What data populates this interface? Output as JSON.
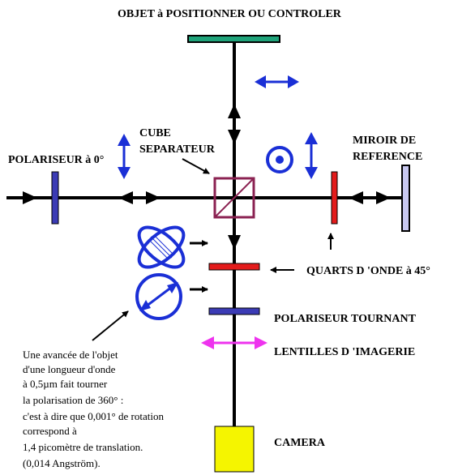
{
  "labels": {
    "object_title": "OBJET à POSITIONNER OU CONTROLER",
    "cube_line1": "CUBE",
    "cube_line2": "SEPARATEUR",
    "polarizer0": "POLARISEUR à 0°",
    "mirror_line1": "MIROIR DE",
    "mirror_line2": "REFERENCE",
    "quarter_wave": "QUARTS D 'ONDE à 45°",
    "rotating_polarizer": "POLARISEUR TOURNANT",
    "imaging_lenses": "LENTILLES D 'IMAGERIE",
    "camera": "CAMERA"
  },
  "note_lines": [
    "Une avancée de l'objet",
    "d'une longueur d'onde",
    "à 0,5µm fait tourner",
    "la polarisation de 360° :",
    "c'est à dire que 0,001° de rotation",
    "correspond à",
    "1,4 picomètre de translation.",
    "(0,014 Angström)."
  ],
  "colors": {
    "object_plate": "#1fa37a",
    "polarizer": "#3b3bb5",
    "cube": "#8b2252",
    "quarter_wave": "#e31b1b",
    "mirror": "#c8c8f0",
    "polarization_arrows": "#1a2fd6",
    "lens_arrow": "#ee33ee",
    "camera": "#f5f500",
    "beam": "#000000"
  }
}
